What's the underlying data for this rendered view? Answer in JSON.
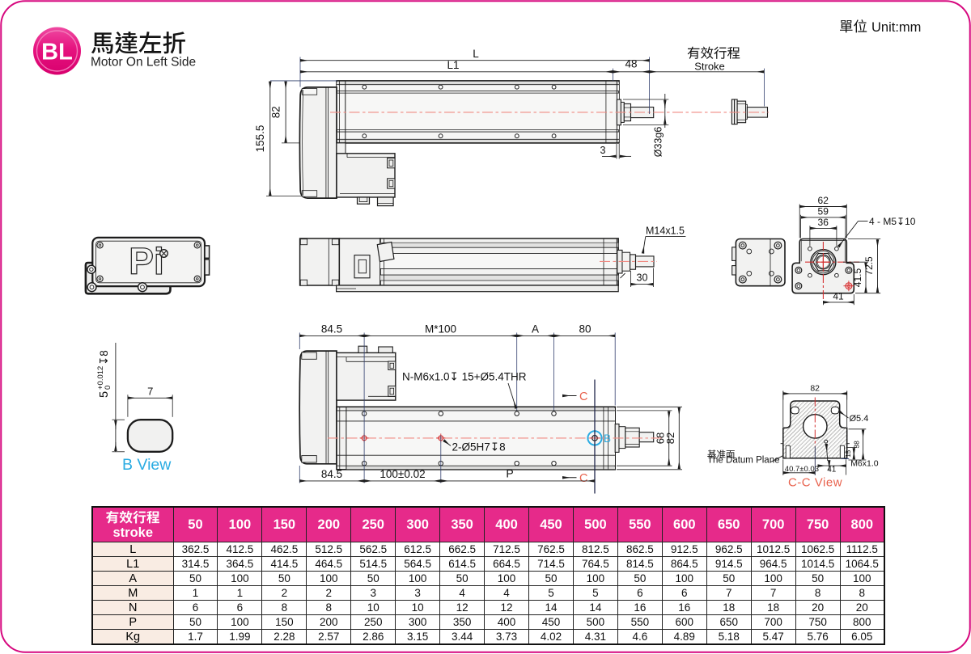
{
  "page": {
    "badge": "BL",
    "title_cn": "馬達左折",
    "title_en": "Motor On Left Side",
    "unit_cn": "單位",
    "unit_en": "Unit:mm"
  },
  "colors": {
    "magenta": "#e6137f",
    "table_header": "#e62a8a",
    "label_col_bg": "#f9ece3",
    "centerline_red": "#f08a82",
    "accent_red": "#d43030",
    "cyan": "#29abe2",
    "section_orange": "#e8614c",
    "navy": "#32406e"
  },
  "views": {
    "side": {
      "dim_L": "L",
      "dim_L1": "L1",
      "dim_48": "48",
      "dim_82": "82",
      "dim_155_5": "155.5",
      "dim_3": "3",
      "dim_shaft": "Ø33g6",
      "stroke_cn": "有效行程",
      "stroke_en": "Stroke"
    },
    "motor_top": {
      "logo": "Pi"
    },
    "side2": {
      "thread": "M14x1.5",
      "dim_30": "30"
    },
    "end": {
      "dim_62": "62",
      "dim_59": "59",
      "dim_36": "36",
      "screws": "4 - M5↧10",
      "dim_72_5": "72.5",
      "dim_41_5": "41.5",
      "dim_41": "41"
    },
    "b_view": {
      "dim_7": "7",
      "tol_base": "5",
      "tol_plus": "+0.012",
      "tol_zero": "0",
      "tol_depth": "↧8",
      "label": "B View"
    },
    "plan": {
      "dim_84_5_top": "84.5",
      "dim_M100": "M*100",
      "dim_A": "A",
      "dim_80": "80",
      "tap_note": "N-M6x1.0↧ 15+Ø5.4THR",
      "dowel_note": "2-Ø5H7↧8",
      "dim_84_5_bot": "84.5",
      "dim_100": "100±0.02",
      "dim_P": "P",
      "dim_68": "68",
      "dim_82": "82",
      "section_c": "C",
      "hole_b": "B",
      "datum_cn": "基准面",
      "datum_en": "The Datum Plane"
    },
    "cc": {
      "dim_82": "82",
      "dim_5_4": "Ø5.4",
      "dim_38": "38",
      "dim_15": "15",
      "thread": "M6x1.0",
      "dim_41": "41",
      "dim_40_7": "40.7±0.03",
      "label": "C-C View"
    }
  },
  "table": {
    "header_cn": "有效行程",
    "header_en": "stroke",
    "strokes": [
      "50",
      "100",
      "150",
      "200",
      "250",
      "300",
      "350",
      "400",
      "450",
      "500",
      "550",
      "600",
      "650",
      "700",
      "750",
      "800"
    ],
    "rows": [
      {
        "label": "L",
        "values": [
          "362.5",
          "412.5",
          "462.5",
          "512.5",
          "562.5",
          "612.5",
          "662.5",
          "712.5",
          "762.5",
          "812.5",
          "862.5",
          "912.5",
          "962.5",
          "1012.5",
          "1062.5",
          "1112.5"
        ]
      },
      {
        "label": "L1",
        "values": [
          "314.5",
          "364.5",
          "414.5",
          "464.5",
          "514.5",
          "564.5",
          "614.5",
          "664.5",
          "714.5",
          "764.5",
          "814.5",
          "864.5",
          "914.5",
          "964.5",
          "1014.5",
          "1064.5"
        ]
      },
      {
        "label": "A",
        "values": [
          "50",
          "100",
          "50",
          "100",
          "50",
          "100",
          "50",
          "100",
          "50",
          "100",
          "50",
          "100",
          "50",
          "100",
          "50",
          "100"
        ]
      },
      {
        "label": "M",
        "values": [
          "1",
          "1",
          "2",
          "2",
          "3",
          "3",
          "4",
          "4",
          "5",
          "5",
          "6",
          "6",
          "7",
          "7",
          "8",
          "8"
        ]
      },
      {
        "label": "N",
        "values": [
          "6",
          "6",
          "8",
          "8",
          "10",
          "10",
          "12",
          "12",
          "14",
          "14",
          "16",
          "16",
          "18",
          "18",
          "20",
          "20"
        ]
      },
      {
        "label": "P",
        "values": [
          "50",
          "100",
          "150",
          "200",
          "250",
          "300",
          "350",
          "400",
          "450",
          "500",
          "550",
          "600",
          "650",
          "700",
          "750",
          "800"
        ]
      },
      {
        "label": "Kg",
        "values": [
          "1.7",
          "1.99",
          "2.28",
          "2.57",
          "2.86",
          "3.15",
          "3.44",
          "3.73",
          "4.02",
          "4.31",
          "4.6",
          "4.89",
          "5.18",
          "5.47",
          "5.76",
          "6.05"
        ]
      }
    ]
  }
}
